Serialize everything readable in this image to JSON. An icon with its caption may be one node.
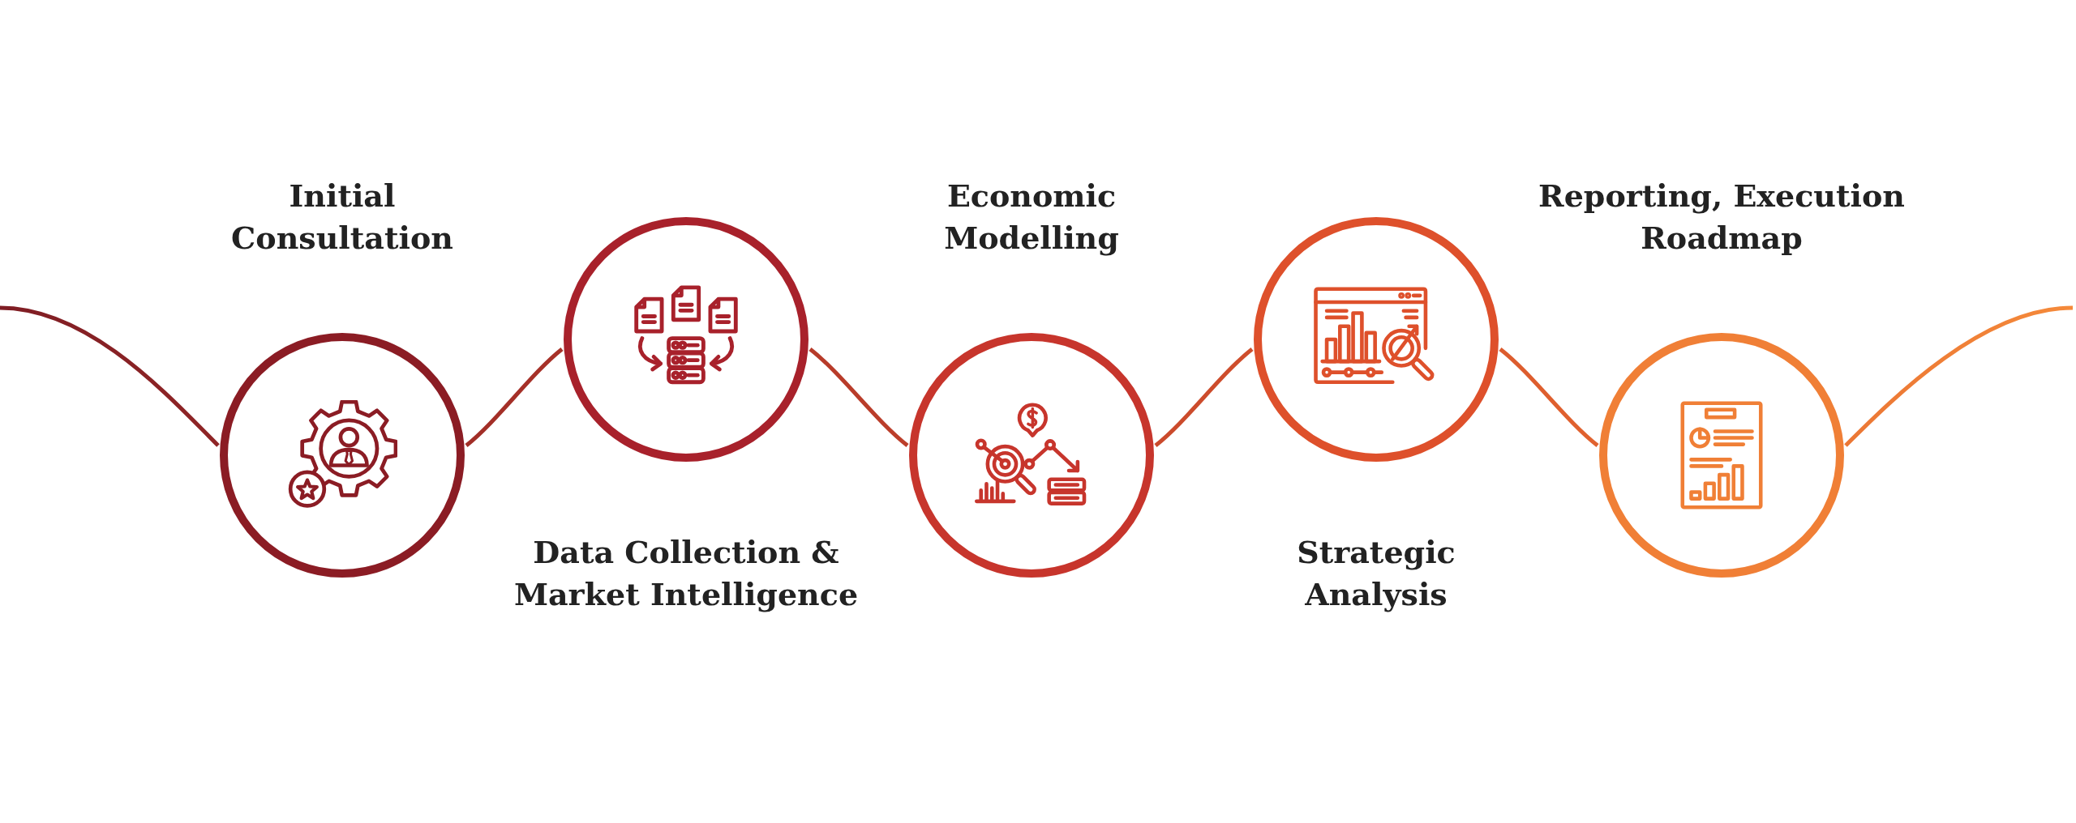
{
  "diagram": {
    "nodes": [
      {
        "text": [
          "Initial Consultation"
        ]
      },
      {
        "text": [
          "Data Collection & Market Intelligence"
        ]
      },
      {
        "text": [
          "Economic Modelling"
        ]
      },
      {
        "text": [
          "Strategic Analysis"
        ]
      },
      {
        "text": [
          "Reporting, Execution Roadmap"
        ]
      }
    ],
    "edges": [
      {
        "from": null,
        "to": 0,
        "arrow": "none"
      },
      {
        "from": 0,
        "to": 1,
        "arrow": "none"
      },
      {
        "from": 1,
        "to": 2,
        "arrow": "none"
      },
      {
        "from": 2,
        "to": 3,
        "arrow": "none"
      },
      {
        "from": 3,
        "to": 4,
        "arrow": "none"
      },
      {
        "from": 4,
        "to": null,
        "arrow": "none"
      }
    ]
  }
}
